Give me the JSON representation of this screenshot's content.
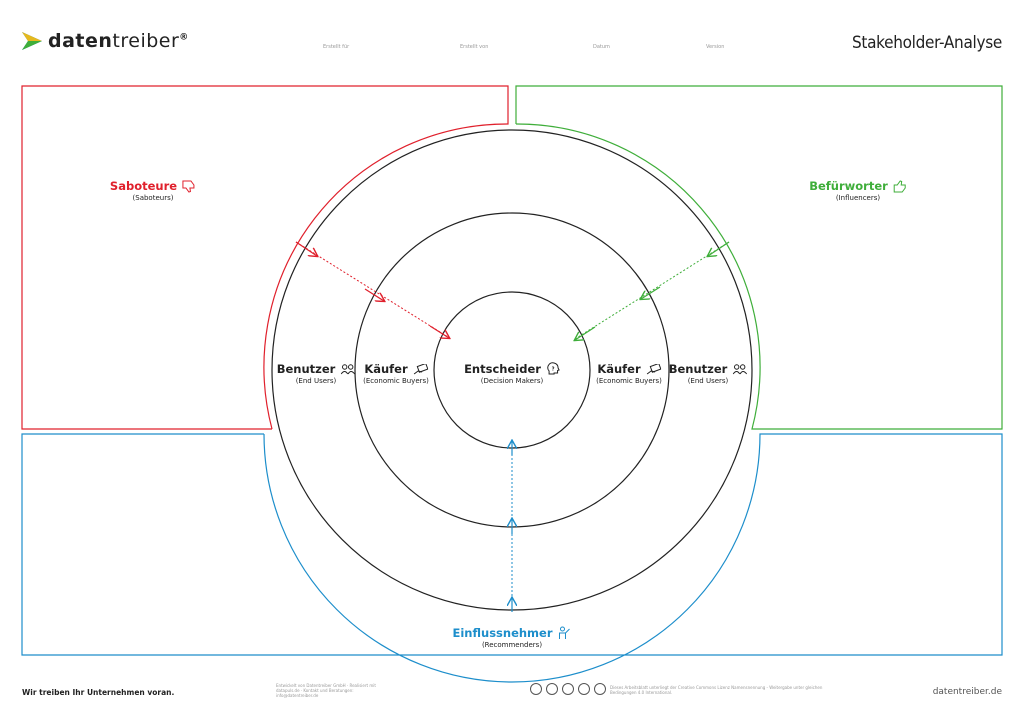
{
  "header": {
    "logo_bold": "daten",
    "logo_light": "treiber",
    "logo_reg": "®",
    "meta": [
      "Erstellt für",
      "Erstellt von",
      "Datum",
      "Version"
    ],
    "title": "Stakeholder-Analyse"
  },
  "quadrants": {
    "saboteure": {
      "label": "Saboteure",
      "sub": "(Saboteurs)",
      "color": "#e0202c"
    },
    "befuerworter": {
      "label": "Befürworter",
      "sub": "(Influencers)",
      "color": "#3fae3a"
    },
    "einflussnehmer": {
      "label": "Einflussnehmer",
      "sub": "(Recommenders)",
      "color": "#1d8ecb"
    }
  },
  "rings": {
    "center": {
      "label": "Entscheider",
      "sub": "(Decision Makers)"
    },
    "kaeufer_left": {
      "label": "Käufer",
      "sub": "(Economic Buyers)"
    },
    "kaeufer_right": {
      "label": "Käufer",
      "sub": "(Economic Buyers)"
    },
    "benutzer_left": {
      "label": "Benutzer",
      "sub": "(End Users)"
    },
    "benutzer_right": {
      "label": "Benutzer",
      "sub": "(End Users)"
    }
  },
  "footer": {
    "slogan": "Wir treiben Ihr Unternehmen voran.",
    "small": "Entwickelt von Datentreiber GmbH · Realisiert mit datapuls.de · Kontakt und Beratungen: info@datentreiber.de",
    "license": "Dieses Arbeitsblatt unterliegt der Creative Commons Lizenz Namensnennung - Weitergabe unter gleichen Bedingungen 4.0 International.",
    "url": "datentreiber.de"
  }
}
